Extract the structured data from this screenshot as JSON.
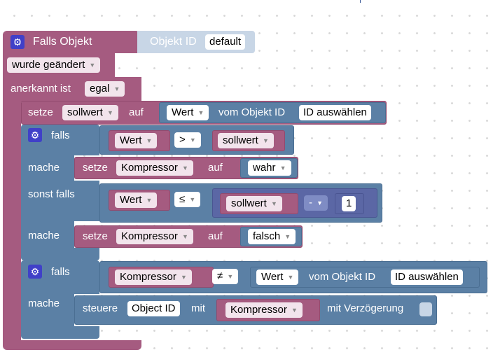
{
  "event_block": {
    "title": "Falls Objekt",
    "object_id_label": "Objekt ID",
    "object_id_value": "default",
    "changed_option": "wurde geändert",
    "ack_label": "anerkannt ist",
    "ack_option": "egal"
  },
  "set_sollwert": {
    "setze": "setze",
    "variable": "sollwert",
    "auf": "auf",
    "attribute": "Wert",
    "from_object": "vom Objekt ID",
    "select_id": "ID auswählen"
  },
  "if_block_1": {
    "falls": "falls",
    "cond1": {
      "left": "Wert",
      "operator": ">",
      "right": "sollwert"
    },
    "mache_1": "mache",
    "set1": {
      "setze": "setze",
      "variable": "Kompressor",
      "auf": "auf",
      "value": "wahr"
    },
    "sonst_falls": "sonst falls",
    "cond2": {
      "left": "Wert",
      "operator": "≤",
      "math_left": "sollwert",
      "math_op": "-",
      "math_num": "1"
    },
    "mache_2": "mache",
    "set2": {
      "setze": "setze",
      "variable": "Kompressor",
      "auf": "auf",
      "value": "falsch"
    }
  },
  "if_block_2": {
    "falls": "falls",
    "cond": {
      "left": "Kompressor",
      "operator": "≠",
      "attribute": "Wert",
      "from_object": "vom Objekt ID",
      "select_id": "ID auswählen"
    },
    "mache": "mache",
    "control": {
      "steuere": "steuere",
      "object_id": "Object ID",
      "mit": "mit",
      "variable": "Kompressor",
      "delay": "mit Verzögerung"
    }
  },
  "colors": {
    "event": "#a55b80",
    "logic": "#5b80a5",
    "variable": "#a55b80",
    "gear": "#4040c8"
  },
  "icons": {
    "gear": "gear-icon",
    "dropdown": "dropdown-arrow-icon"
  }
}
